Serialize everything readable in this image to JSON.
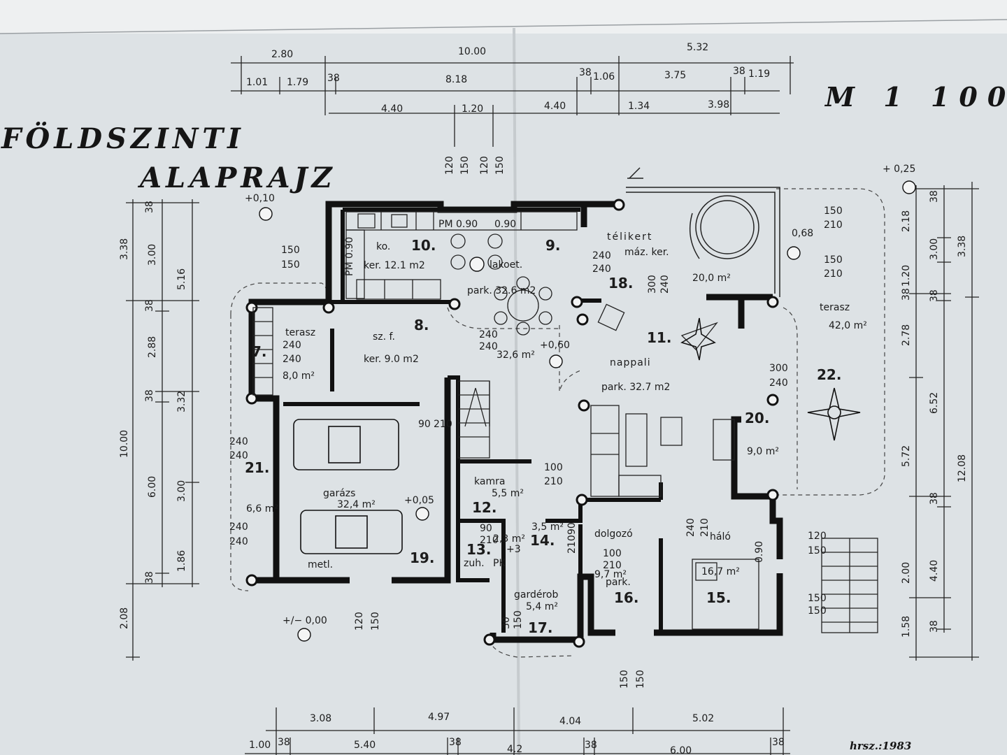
{
  "title": {
    "line1": "FÖLDSZINTI",
    "line2": "ALAPRAJZ"
  },
  "scale": "M 1 100",
  "lot_number": "hrsz.:1983",
  "levels": {
    "l1": "+0,10",
    "l2": "+ 0,25",
    "l3": "0,68",
    "l4": "+0,60",
    "l5": "+0,05",
    "l6": "+/− 0,00"
  },
  "dims_top": {
    "r1a": "2.80",
    "r1b": "10.00",
    "r1c": "5.32",
    "r2a": "1.01",
    "r2b": "1.79",
    "r2c": "38",
    "r2d": "8.18",
    "r2e": "38",
    "r2f": "1.06",
    "r2g": "3.75",
    "r2h": "38",
    "r2i": "1.19",
    "r3a": "4.40",
    "r3b": "1.20",
    "r3c": "4.40",
    "r3d": "1.34",
    "r3e": "3.98"
  },
  "dims_bottom": {
    "b1a": "3.08",
    "b1b": "4.97",
    "b1c": "4.04",
    "b1d": "5.02",
    "b2a": "1.00",
    "b2b": "38",
    "b2c": "5.40",
    "b2d": "38",
    "b2e": "4.2",
    "b2f": "38",
    "b2g": "6.00",
    "b2h": "38"
  },
  "dims_left": {
    "o1": "3.38",
    "o2": "10.00",
    "o3": "2.08",
    "m1": "38",
    "m2": "3.00",
    "m3": "38",
    "m4": "2.88",
    "m5": "38",
    "m6": "6.00",
    "m7": "38",
    "n1": "5.16",
    "n2": "3.32",
    "n3": "3.00",
    "n4": "1.86"
  },
  "dims_right": {
    "a1": "2.18",
    "a2": "38",
    "a3": "2.78",
    "a4": "5.72",
    "a5": "38",
    "a6": "1.58",
    "b1": "38",
    "b2": "3.00",
    "b3": "1.20",
    "b4": "38",
    "b5": "6.52",
    "b6": "2.00",
    "b7": "38",
    "c1": "3.38",
    "c2": "12.08",
    "c3": "4.40"
  },
  "openings": {
    "w1": "120",
    "w2": "150",
    "w3": "120",
    "w4": "150",
    "w5": "120",
    "w6": "150",
    "w7": "150",
    "w8": "150",
    "a": "150",
    "b": "150",
    "c": "240",
    "d": "240",
    "e": "240",
    "f": "240",
    "g": "240",
    "h": "240",
    "i": "240",
    "j": "240",
    "k": "240",
    "l": "240",
    "m": "300",
    "n": "240",
    "o": "150",
    "p": "210",
    "q": "150",
    "r": "210",
    "s": "300",
    "t": "240",
    "u": "100",
    "v": "210",
    "w": "90",
    "x": "210",
    "y": "240",
    "z": "210",
    "aa": "100",
    "ab": "210",
    "ac": "120",
    "ad": "150",
    "ae": "150",
    "af": "150",
    "ag": "30",
    "ah": "150",
    "ai": "90",
    "aj": "210",
    "ak": "90",
    "al": "210"
  },
  "kitchen": {
    "pm1": "PM 0.90",
    "pm2": "0.90",
    "pm3": "0.90",
    "pm4": "PM 0.90"
  },
  "rooms": {
    "r10": {
      "num": "10.",
      "name": "ko.",
      "area": "ker. 12.1 m2"
    },
    "r9": {
      "num": "9.",
      "name": "lakoet.",
      "area": "park. 32.6 m2"
    },
    "r18": {
      "num": "18.",
      "name": "télikert",
      "area": "20,0 m²",
      "note": "máz. ker."
    },
    "r8": {
      "num": "8.",
      "name": "sz. f.",
      "area": "ker. 9.0 m2"
    },
    "r7": {
      "num": "7.",
      "name": "terasz",
      "area": "8,0 m²"
    },
    "r11": {
      "num": "11.",
      "name": "nappali",
      "area": "park. 32.7 m2",
      "area2": "32,6 m²"
    },
    "r22": {
      "num": "22.",
      "name": "terasz",
      "area": "42,0 m²"
    },
    "r20": {
      "num": "20.",
      "area": "9,0 m²"
    },
    "r21": {
      "num": "21.",
      "area": "6,6 m²"
    },
    "r19": {
      "num": "19.",
      "name": "garázs",
      "area": "32,4 m²",
      "note": "metl."
    },
    "r12": {
      "num": "12.",
      "name": "kamra",
      "area": "5,5 m²"
    },
    "r13": {
      "num": "13.",
      "name": "zuh.",
      "area": "2,3 m²",
      "note": "PK"
    },
    "r14": {
      "num": "14.",
      "area": "3,5 m²",
      "note": "+3"
    },
    "r16": {
      "num": "16.",
      "name": "dolgozó",
      "area": "9,7 m²",
      "note": "park."
    },
    "r17": {
      "num": "17.",
      "name": "gardérob",
      "area": "5,4 m²"
    },
    "r15": {
      "num": "15.",
      "name": "háló",
      "area": "16,7 m²"
    }
  }
}
